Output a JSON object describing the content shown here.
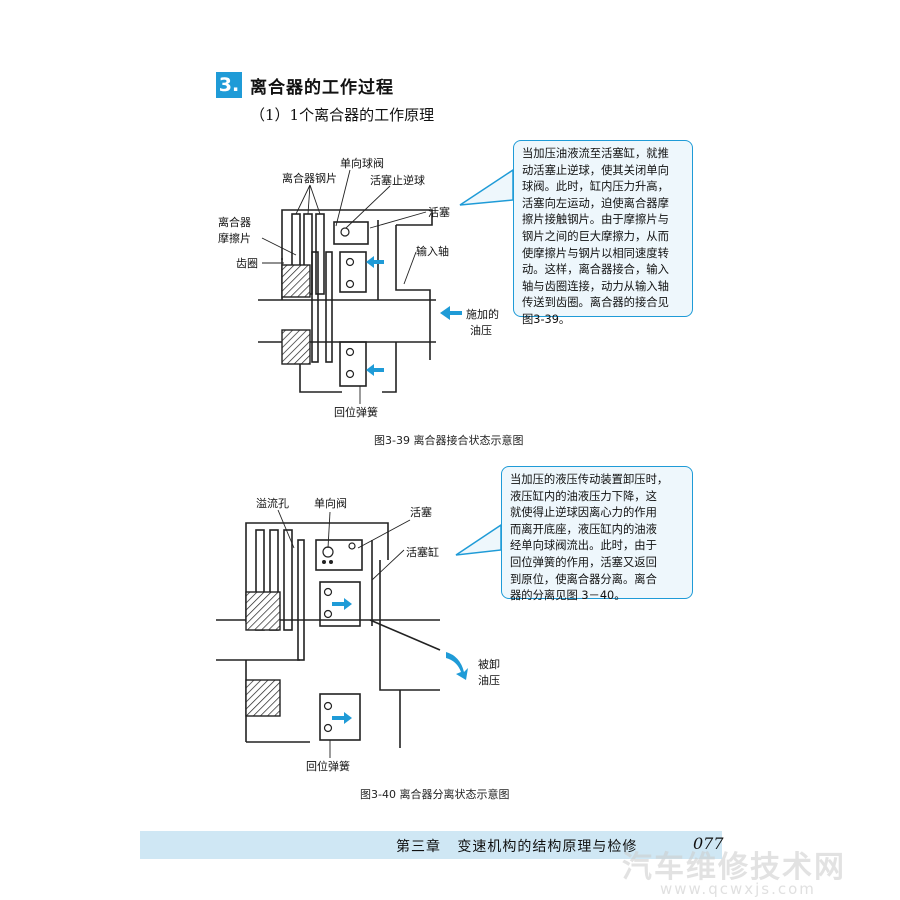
{
  "section": {
    "number": "3.",
    "title": "离合器的工作过程"
  },
  "subsection": {
    "title": "（1）1个离合器的工作原理"
  },
  "figure1": {
    "caption": "图3-39  离合器接合状态示意图",
    "labels": {
      "check_valve": "单向球阀",
      "steel_plate": "离合器钢片",
      "piston_ball": "活塞止逆球",
      "clutch": "离合器",
      "friction": "摩擦片",
      "piston": "活塞",
      "gear_ring": "齿圈",
      "input_shaft": "输入轴",
      "applied": "施加的",
      "oil_pressure": "油压",
      "return_spring": "回位弹簧"
    },
    "callout_lines": [
      "当加压油液流至活塞缸，就推",
      "动活塞止逆球，使其关闭单向",
      "球阀。此时，缸内压力升高，",
      "活塞向左运动，迫使离合器摩",
      "擦片接触钢片。由于摩擦片与",
      "钢片之间的巨大摩擦力，从而",
      "使摩擦片与钢片以相同速度转",
      "动。这样，离合器接合，输入",
      "轴与齿圈连接，动力从输入轴",
      "传送到齿圈。离合器的接合见",
      "图3-39。"
    ]
  },
  "figure2": {
    "caption": "图3-40   离合器分离状态示意图",
    "labels": {
      "overflow_hole": "溢流孔",
      "check_valve": "单向阀",
      "piston": "活塞",
      "piston_cylinder": "活塞缸",
      "released": "被卸",
      "oil_pressure": "油压",
      "return_spring": "回位弹簧"
    },
    "callout_lines": [
      "当加压的液压传动装置卸压时，",
      "液压缸内的油液压力下降，这",
      "就使得止逆球因离心力的作用",
      "而离开底座，液压缸内的油液",
      "经单向球阀流出。此时，由于",
      "回位弹簧的作用，活塞又返回",
      "到原位，使离合器分离。离合",
      "器的分离见图 3－40。"
    ]
  },
  "footer": {
    "chapter": "第三章",
    "title": "变速机构的结构原理与检修",
    "page": "077"
  },
  "watermark": {
    "text": "汽车维修技术网",
    "url": "www.qcwxjs.com"
  },
  "colors": {
    "accent": "#1f9bd7",
    "footer_bg": "#cfe7f4",
    "callout_bg": "#eef7fc"
  }
}
